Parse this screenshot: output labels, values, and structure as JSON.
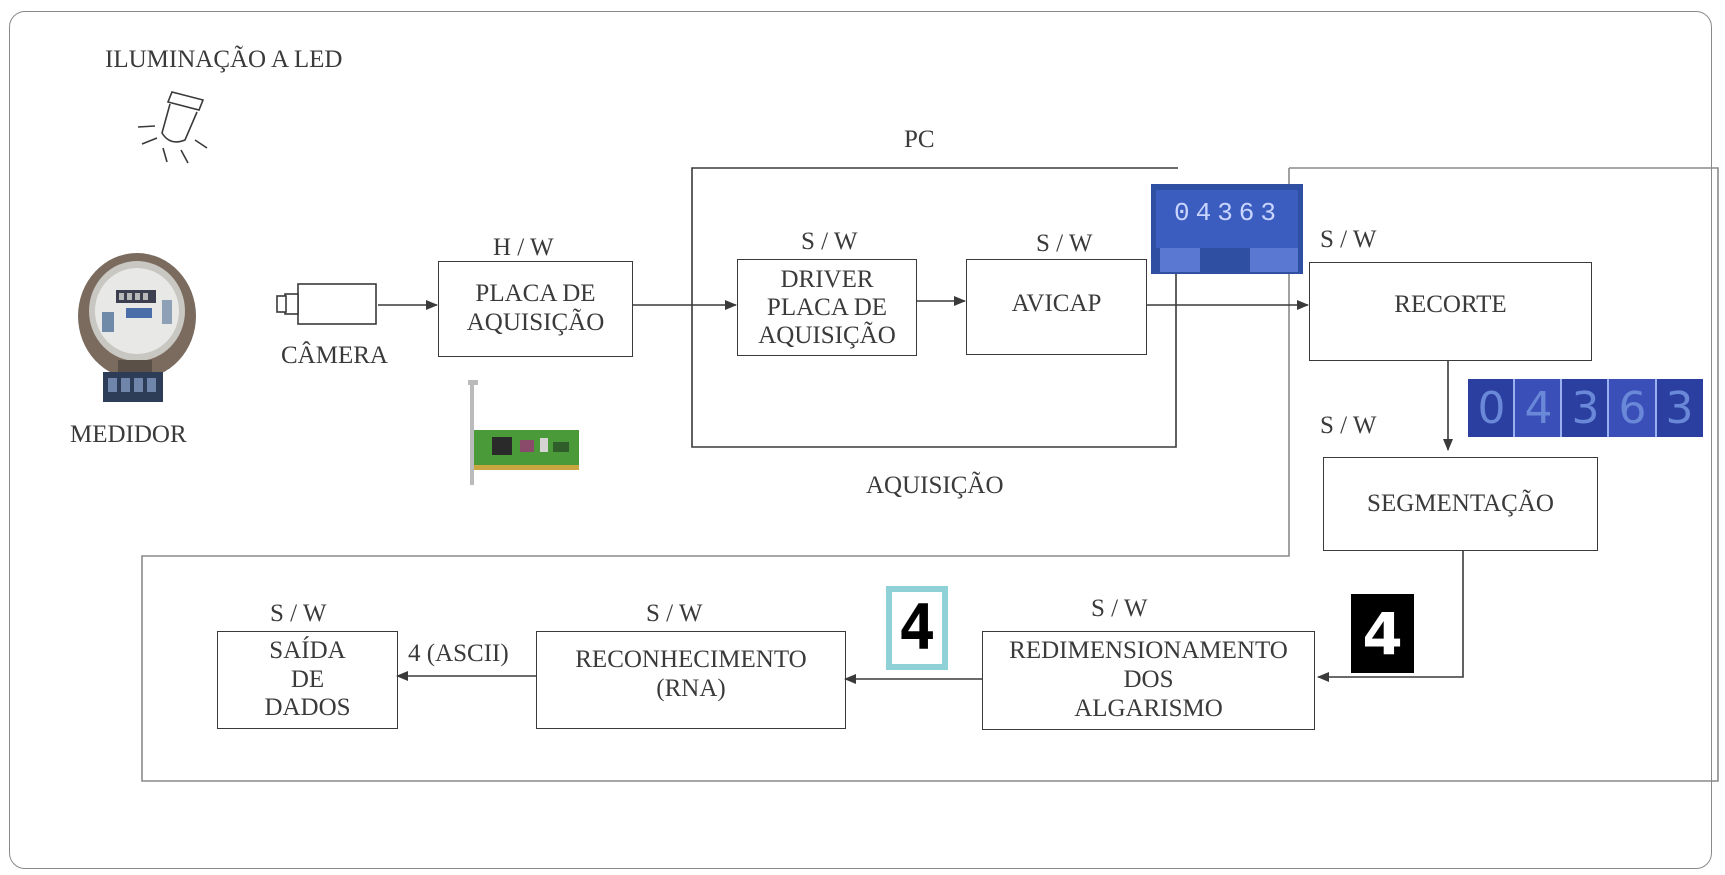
{
  "labels": {
    "lighting": "ILUMINAÇÃO A LED",
    "pc": "PC",
    "acquisition": "AQUISIÇÃO",
    "meter": "MEDIDOR",
    "camera": "CÂMERA",
    "hw": "H / W",
    "sw_driver": "S / W",
    "sw_avicap": "S / W",
    "sw_recorte": "S / W",
    "sw_segment": "S / W",
    "sw_redim": "S / W",
    "sw_recon": "S / W",
    "sw_saida": "S / W",
    "ascii": "4 (ASCII)"
  },
  "blocks": {
    "placa": [
      "PLACA DE",
      "AQUISIÇÃO"
    ],
    "driver": [
      "DRIVER",
      "PLACA DE",
      "AQUISIÇÃO"
    ],
    "avicap": [
      "AVICAP"
    ],
    "recorte": [
      "RECORTE"
    ],
    "segmentacao": [
      "SEGMENTAÇÃO"
    ],
    "redimensionamento": [
      "REDIMENSIONAMENTO",
      "DOS",
      "ALGARISMO"
    ],
    "reconhecimento": [
      "RECONHECIMENTO",
      "(RNA)"
    ],
    "saida": [
      "SAÍDA",
      "DE",
      "DADOS"
    ]
  },
  "images": {
    "meter_reading": [
      "0",
      "4",
      "3",
      "6",
      "3"
    ],
    "segmented_digits": [
      "0",
      "4",
      "3",
      "6",
      "3"
    ],
    "resized_digit": "4",
    "pixel_digit": "4"
  },
  "colors": {
    "line": "#3a3a3a",
    "frame": "#8a8a8a",
    "display_blue": "#2f4fa3",
    "display_light": "#6a88d8",
    "pixel_border": "#8ed1d6"
  }
}
